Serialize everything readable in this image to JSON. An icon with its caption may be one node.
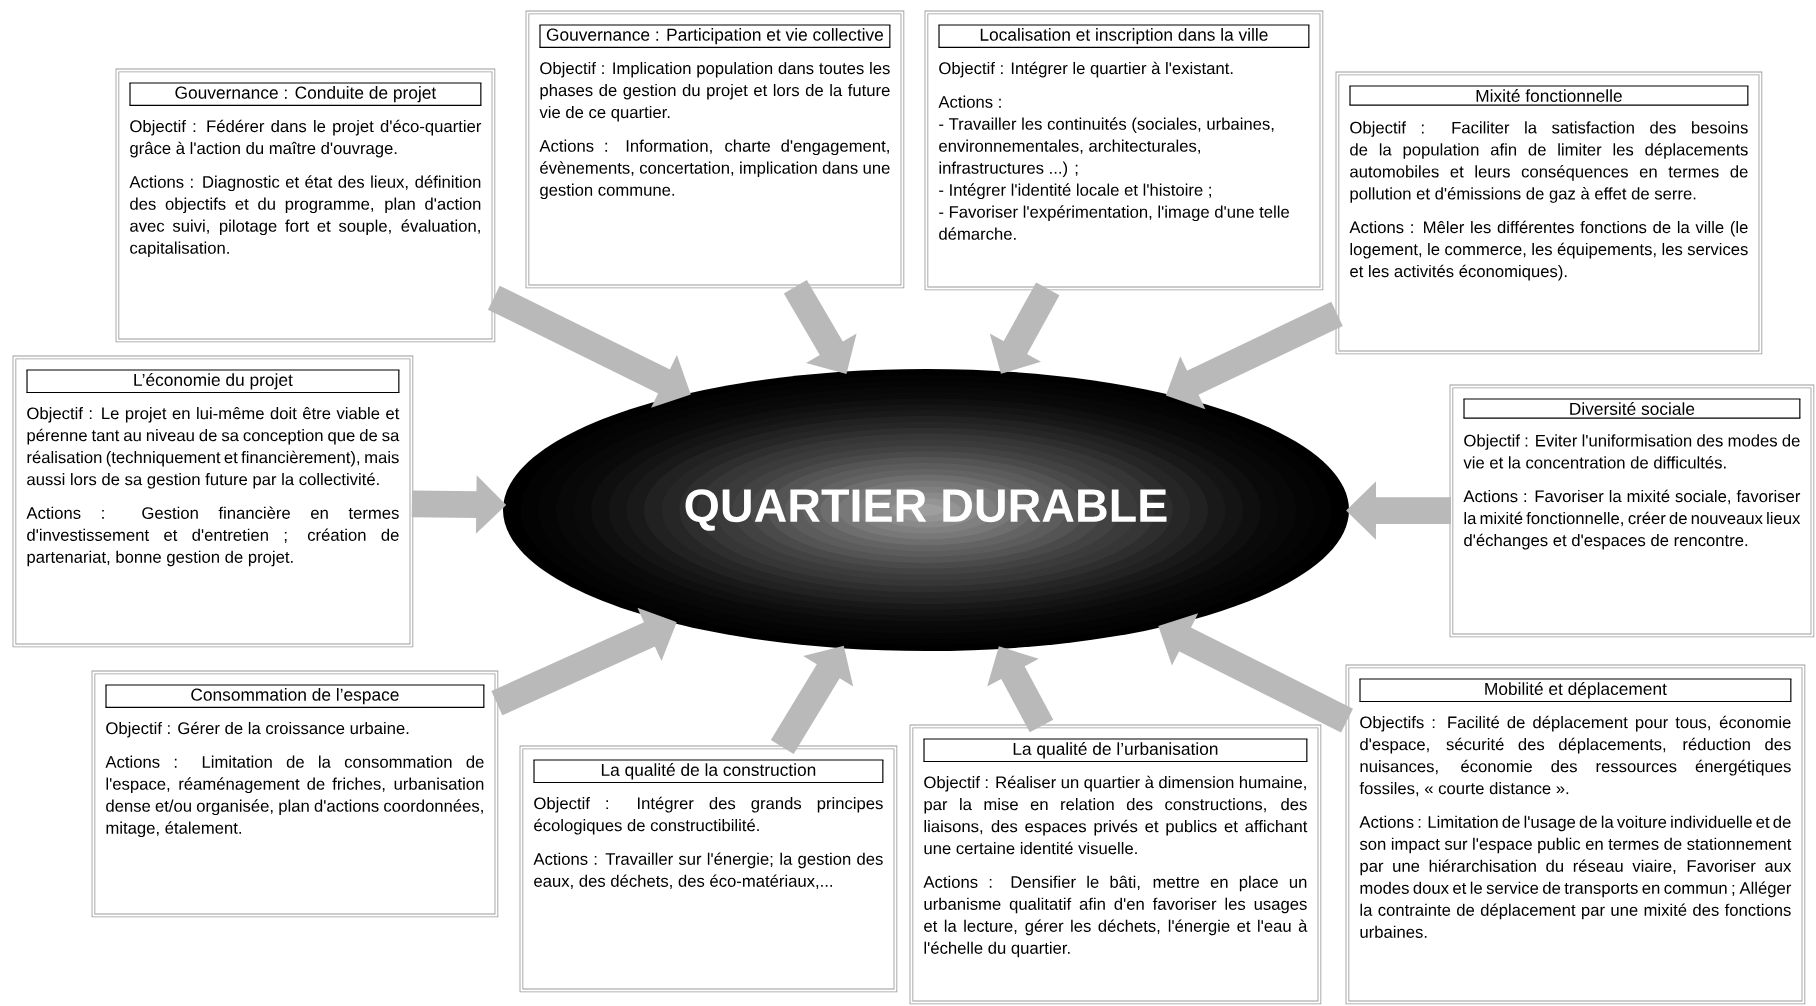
{
  "diagram": {
    "nodes": [
      {
        "text": [
          "Gouvernance : Conduite de projet",
          "Objectif : Fédérer dans le projet d'éco-quartier grâce à l'action du maître d'ouvrage.",
          "Actions : Diagnostic et état des lieux, définition des objectifs et du programme, plan d'action avec suivi, pilotage fort et souple, évaluation, capitalisation."
        ]
      },
      {
        "text": [
          "Gouvernance : Participation et vie collective",
          "Objectif : Implication population dans toutes les phases de gestion du projet et lors de la future vie de ce quartier.",
          "Actions : Information, charte d'engagement, évènements, concertation, implication dans une gestion commune."
        ]
      },
      {
        "text": [
          "Localisation et inscription dans la ville",
          "Objectif : Intégrer le quartier à l'existant.",
          "Actions :",
          "- Travailler les continuités (sociales, urbaines, environnementales, architecturales, infrastructures ...) ;",
          "- Intégrer l'identité locale et l'histoire ;",
          "- Favoriser l'expérimentation, l'image d'une telle démarche."
        ]
      },
      {
        "text": [
          "Mixité fonctionnelle",
          "Objectif : Faciliter la satisfaction des besoins de la population afin de limiter les déplacements automobiles et leurs conséquences en termes de pollution et d'émissions de gaz à effet de serre.",
          "Actions : Mêler les différentes fonctions de la ville (le logement, le commerce, les équipements, les services et les activités économiques)."
        ]
      },
      {
        "text": [
          "L’économie du projet",
          "Objectif : Le projet en lui-même doit être viable et pérenne tant au niveau de sa conception que de sa réalisation (techniquement et financièrement), mais aussi lors de sa gestion future par la collectivité.",
          "Actions : Gestion financière en termes d'investissement et d'entretien ; création de partenariat, bonne gestion de projet."
        ]
      },
      {
        "text": [
          "Diversité sociale",
          "Objectif : Eviter l'uniformisation des modes de vie et la concentration de difficultés.",
          "Actions : Favoriser la mixité sociale, favoriser la mixité fonctionnelle, créer de nouveaux lieux d'échanges et d'espaces de rencontre."
        ]
      },
      {
        "text": [
          "Consommation de l’espace",
          "Objectif : Gérer de la croissance urbaine.",
          "Actions : Limitation de la consommation de l'espace, réaménagement de friches, urbanisation dense et/ou organisée, plan d'actions coordonnées, mitage, étalement."
        ]
      },
      {
        "text": [
          "La qualité de la construction",
          "Objectif : Intégrer des grands principes écologiques de constructibilité.",
          "Actions : Travailler sur l'énergie; la gestion des eaux, des déchets, des éco-matériaux,..."
        ]
      },
      {
        "text": [
          "La qualité de l’urbanisation",
          "Objectif : Réaliser un quartier à dimension humaine, par la mise en relation des constructions, des liaisons, des espaces privés et publics et affichant une certaine identité visuelle.",
          "Actions : Densifier le bâti, mettre en place un urbanisme qualitatif afin d'en favoriser les usages et la lecture, gérer les déchets, l'énergie et l'eau à l'échelle du quartier."
        ]
      },
      {
        "text": [
          "Mobilité et déplacement",
          "Objectifs : Facilité de déplacement pour tous, économie d'espace, sécurité des déplacements, réduction des nuisances, économie des ressources énergétiques fossiles, « courte distance ».",
          "Actions : Limitation de l'usage de la voiture individuelle et de son impact sur l'espace public en termes de stationnement par une hiérarchisation du réseau viaire, Favoriser aux modes doux et le service de transports en commun ; Alléger la contrainte de déplacement par une mixité des fonctions urbaines."
        ]
      },
      {
        "text": [
          "QUARTIER DURABLE"
        ]
      }
    ],
    "edges": [
      {
        "from": 0,
        "to": 10,
        "arrow": "to"
      },
      {
        "from": 1,
        "to": 10,
        "arrow": "to"
      },
      {
        "from": 2,
        "to": 10,
        "arrow": "to"
      },
      {
        "from": 3,
        "to": 10,
        "arrow": "to"
      },
      {
        "from": 4,
        "to": 10,
        "arrow": "to"
      },
      {
        "from": 5,
        "to": 10,
        "arrow": "to"
      },
      {
        "from": 6,
        "to": 10,
        "arrow": "to"
      },
      {
        "from": 7,
        "to": 10,
        "arrow": "to"
      },
      {
        "from": 8,
        "to": 10,
        "arrow": "to"
      },
      {
        "from": 9,
        "to": 10,
        "arrow": "to"
      }
    ]
  }
}
